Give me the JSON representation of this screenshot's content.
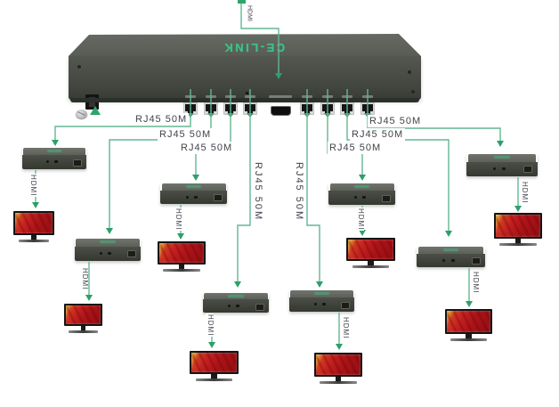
{
  "source": {
    "label": "HDMI"
  },
  "device": {
    "brand": "CE-LINK",
    "rj45_ports": 8,
    "hdmi_ports": 1
  },
  "connections": [
    {
      "id": 1,
      "rj45_label": "RJ45 50M",
      "hdmi_label": "HDMI"
    },
    {
      "id": 2,
      "rj45_label": "RJ45 50M",
      "hdmi_label": "HDMI"
    },
    {
      "id": 3,
      "rj45_label": "RJ45 50M",
      "hdmi_label": "HDMI"
    },
    {
      "id": 4,
      "rj45_label": "RJ45 50M",
      "hdmi_label": "HDMI"
    },
    {
      "id": 5,
      "rj45_label": "RJ45 50M",
      "hdmi_label": "HDMI"
    },
    {
      "id": 6,
      "rj45_label": "RJ45 50M",
      "hdmi_label": "HDMI"
    },
    {
      "id": 7,
      "rj45_label": "RJ45 50M",
      "hdmi_label": "HDMI"
    },
    {
      "id": 8,
      "rj45_label": "RJ45 50M",
      "hdmi_label": "HDMI"
    }
  ],
  "colors": {
    "line": "#63b694",
    "arrow": "#2ca06a",
    "brand_green": "#3cc287",
    "tv_red": "#c32020",
    "label_text": "#41434b"
  }
}
